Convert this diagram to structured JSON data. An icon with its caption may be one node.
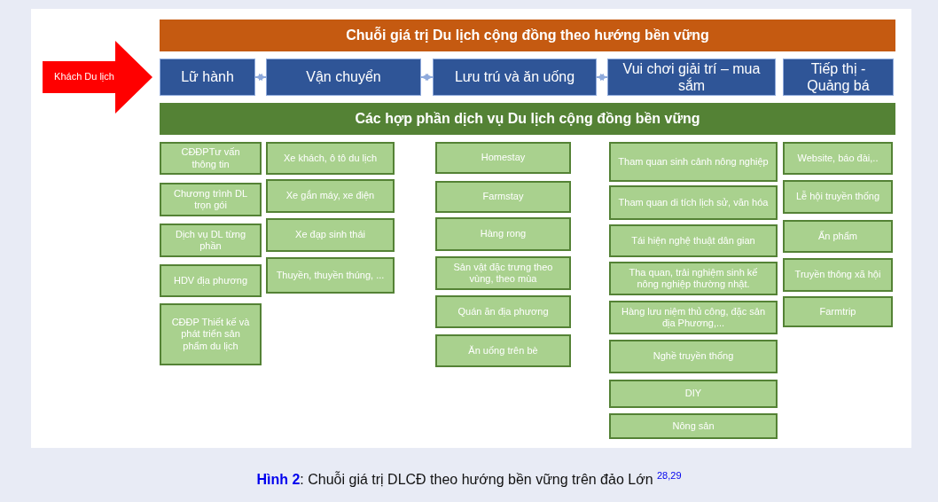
{
  "diagram": {
    "caption": "**Hình 2**: Chuỗi giá trị DLCĐ theo hướng bền vững trên đảo Lớn $^{28,29}$",
    "nodes": [
      {
        "text": [
          "Chuỗi giá trị Du lịch cộng đồng theo hướng bền vững"
        ]
      },
      {
        "text": [
          "Khách Du lịch"
        ]
      },
      {
        "text": [
          "Lữ hành"
        ]
      },
      {
        "text": [
          "Vận chuyển"
        ]
      },
      {
        "text": [
          "Lưu trú và ăn uống"
        ]
      },
      {
        "text": [
          "Vui chơi giải trí – mua sắm"
        ]
      },
      {
        "text": [
          "Tiếp thị - Quảng bá"
        ]
      },
      {
        "text": [
          "Các hợp phần dịch vụ Du lịch cộng đồng bền vững"
        ]
      },
      {
        "text": [
          "CĐĐPTư vấn thông tin"
        ]
      },
      {
        "text": [
          "Chương trình DL trọn gói"
        ]
      },
      {
        "text": [
          "Dịch vụ DL từng phần"
        ]
      },
      {
        "text": [
          "HDV địa phương"
        ]
      },
      {
        "text": [
          "CĐĐP Thiết kế và phát triển sản phẩm du lịch"
        ]
      },
      {
        "text": [
          "Xe khách, ô tô du lịch"
        ]
      },
      {
        "text": [
          "Xe gắn máy, xe điện"
        ]
      },
      {
        "text": [
          "Xe đạp sinh thái"
        ]
      },
      {
        "text": [
          "Thuyền, thuyền thúng, ..."
        ]
      },
      {
        "text": [
          "Homestay"
        ]
      },
      {
        "text": [
          "Farmstay"
        ]
      },
      {
        "text": [
          "Hàng rong"
        ]
      },
      {
        "text": [
          "Sản vật đặc trưng theo vùng, theo mùa"
        ]
      },
      {
        "text": [
          "Quán ăn địa phương"
        ]
      },
      {
        "text": [
          "Ăn uống trên bè"
        ]
      },
      {
        "text": [
          "Tham quan sinh cảnh nông nghiệp"
        ]
      },
      {
        "text": [
          "Tham quan di tích lịch sử, văn hóa"
        ]
      },
      {
        "text": [
          "Tái hiện nghệ thuật dân gian"
        ]
      },
      {
        "text": [
          "Tha quan, trải nghiệm sinh kế nông nghiệp thường nhật."
        ]
      },
      {
        "text": [
          "Hàng lưu niệm thủ công, đặc sản địa Phương,..."
        ]
      },
      {
        "text": [
          "Nghề truyền thống"
        ]
      },
      {
        "text": [
          "DIY"
        ]
      },
      {
        "text": [
          "Nông sản"
        ]
      },
      {
        "text": [
          "Website, báo đài,.."
        ]
      },
      {
        "text": [
          "Lễ hội truyền thống"
        ]
      },
      {
        "text": [
          "Ấn phẩm"
        ]
      },
      {
        "text": [
          "Truyền thông xã hội"
        ]
      },
      {
        "text": [
          "Farmtrip"
        ]
      }
    ],
    "edges": [
      {
        "from": 2,
        "to": 3,
        "arrow": "both"
      },
      {
        "from": 3,
        "to": 4,
        "arrow": "both"
      },
      {
        "from": 4,
        "to": 5,
        "arrow": "both"
      }
    ]
  }
}
